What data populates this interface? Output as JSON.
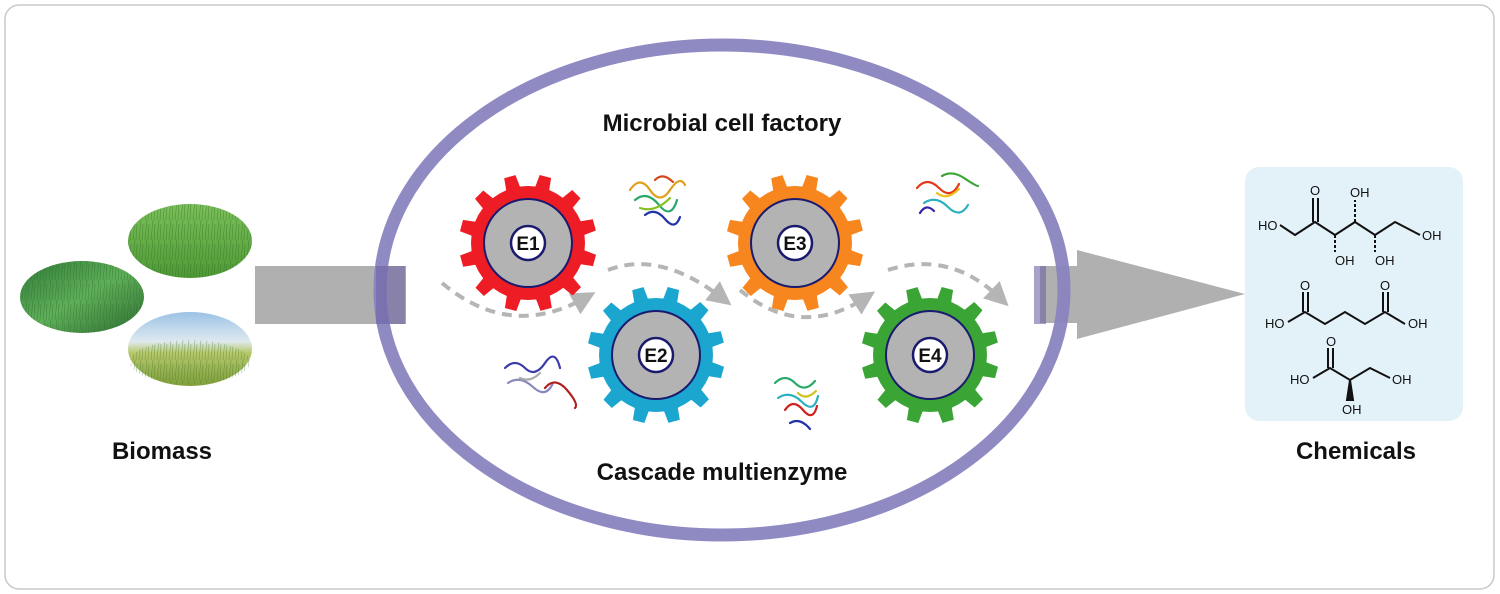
{
  "diagram": {
    "input_label": "Biomass",
    "output_label": "Chemicals",
    "cell_title": "Microbial cell factory",
    "cell_caption": "Cascade multienzyme",
    "enzymes": [
      {
        "label": "E1",
        "color": "#ee1c24"
      },
      {
        "label": "E2",
        "color": "#1ba6d0"
      },
      {
        "label": "E3",
        "color": "#f7861f"
      },
      {
        "label": "E4",
        "color": "#3aa535"
      }
    ],
    "biomass_images": [
      "grass-field-image",
      "wheat-image",
      "meadow-sky-image"
    ],
    "protein_structures": [
      "protein-structure-1",
      "protein-structure-2",
      "protein-structure-3",
      "protein-structure-4"
    ],
    "chemicals": [
      {
        "name": "ketohexose",
        "groups": [
          "HO",
          "O",
          "OH",
          "OH",
          "OH",
          "OH"
        ]
      },
      {
        "name": "glutaric-acid",
        "groups": [
          "O",
          "O",
          "HO",
          "OH"
        ]
      },
      {
        "name": "glyceric-acid",
        "groups": [
          "O",
          "HO",
          "OH",
          "OH"
        ]
      }
    ],
    "colors": {
      "cell_membrane": "#8a84c0",
      "arrow": "#b0b0b0",
      "chem_panel": "#e3f2f8",
      "gear_core": "#b3b3b3",
      "gear_ring": "#1a1a6e"
    }
  }
}
